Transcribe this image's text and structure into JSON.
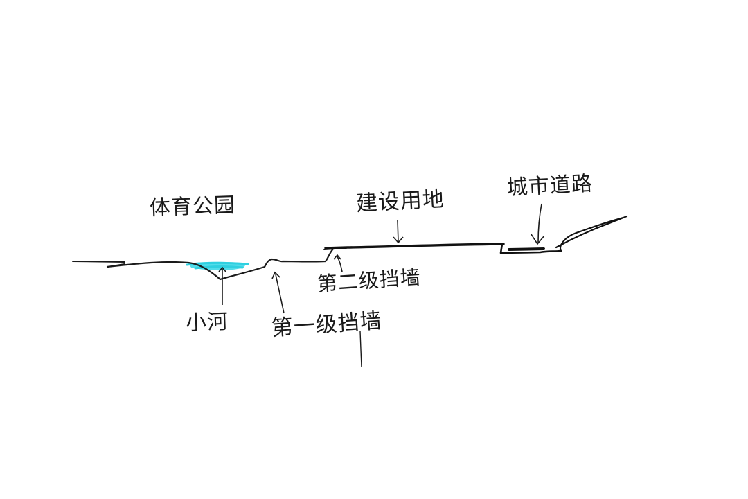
{
  "labels": {
    "sports_park": "体育公园",
    "small_river": "小河",
    "first_retaining_wall": "第一级挡墙",
    "second_retaining_wall": "第二级挡墙",
    "building_land": "建设用地",
    "urban_road": "城市道路"
  },
  "colors": {
    "ink": "#1a1a1a",
    "water": "#35d6e6"
  }
}
